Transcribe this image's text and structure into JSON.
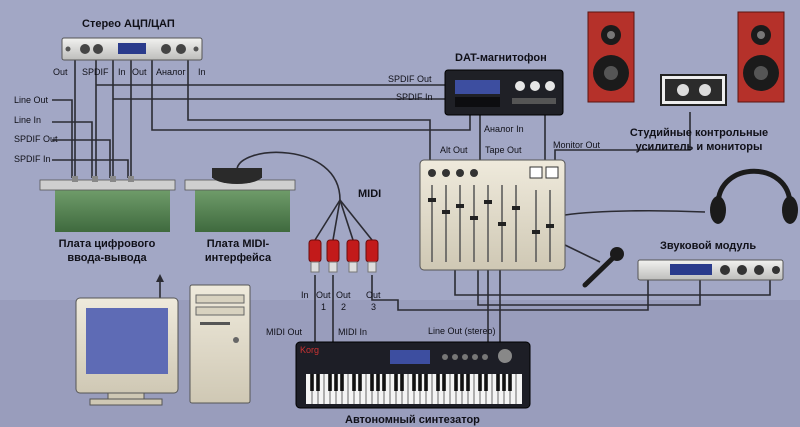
{
  "devices": {
    "adc_dac": "Стерео АЦП/ЦАП",
    "dat": "DAT-магнитофон",
    "monitors": "Студийные контрольные усилитель и мониторы",
    "sound_module": "Звуковой модуль",
    "digital_io": "Плата цифрового ввода-вывода",
    "midi_card": "Плата MIDI-интерфейса",
    "midi": "MIDI",
    "synth": "Автономный синтезатор",
    "synth_brand": "Korg"
  },
  "ports": {
    "adc_out_1": "Out",
    "adc_spdif": "SPDIF",
    "adc_in_1": "In",
    "adc_out_2": "Out",
    "adc_analog": "Аналог",
    "adc_in_2": "In",
    "card_line_out": "Line Out",
    "card_line_in": "Line In",
    "card_spdif_out": "SPDIF Out",
    "card_spdif_in": "SPDIF In",
    "dat_spdif_out": "SPDIF Out",
    "dat_spdif_in": "SPDIF In",
    "dat_analog_in": "Аналог In",
    "mixer_alt_out": "Alt Out",
    "mixer_tape_out": "Tape Out",
    "mixer_monitor_out": "Monitor Out",
    "midi_in": "In",
    "midi_out1": "Out",
    "midi_out1_num": "1",
    "midi_out2": "Out",
    "midi_out2_num": "2",
    "midi_out3": "Out",
    "midi_out3_num": "3",
    "synth_midi_out": "MIDI Out",
    "synth_midi_in": "MIDI In",
    "synth_line_out": "Line Out (stereo)"
  }
}
